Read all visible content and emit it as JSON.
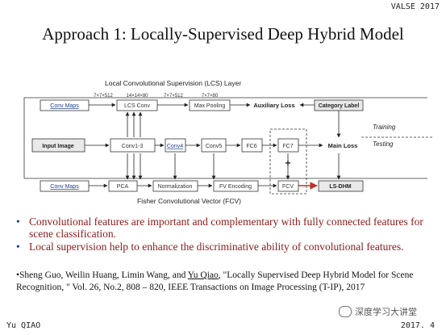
{
  "header": {
    "corner_label": "VALSE 2017",
    "title": "Approach 1: Locally-Supervised Deep Hybrid Model"
  },
  "diagram": {
    "top_label": "Local Convolutional Supervision (LCS) Layer",
    "bottom_label": "Fisher Convolutional Vector (FCV)",
    "side_training": "Training",
    "side_testing": "Testing",
    "nodes": {
      "conv_maps_top": "Conv Maps",
      "lcs_conv": "LCS Conv",
      "max_pooling": "Max Pooling",
      "auxiliary_loss": "Auxiliary Loss",
      "category_label": "Category Label",
      "input_image": "Input Image",
      "conv1_3": "Conv1-3",
      "conv4": "Conv4",
      "conv5": "Conv5",
      "fc6": "FC6",
      "fc7": "FC7",
      "main_loss": "Main Loss",
      "conv_maps_bottom": "Conv Maps",
      "pca": "PCA",
      "normalization": "Normalization",
      "fv_encoding": "FV Encoding",
      "fcv": "FCV",
      "ls_dhm": "LS-DHM"
    },
    "dim_labels": {
      "d1": "7×7×512",
      "d2": "14×14×80",
      "d3": "7×7×512",
      "d4": "7×7×80"
    },
    "plus_sign": "+"
  },
  "bullets": [
    "Convolutional features are important and complementary with fully connected features for scene classification.",
    "Local supervision help to  enhance the discriminative ability of convolutional features."
  ],
  "bullet_marker": "•",
  "citation": {
    "pre": "•Sheng Guo, Weilin Huang, Limin Wang, and ",
    "underlined": "Yu Qiao",
    "post": ", \"Locally Supervised Deep Hybrid Model for Scene Recognition, \" Vol. 26, No.2, 808 – 820, IEEE Transactions on Image Processing (T-IP), 2017"
  },
  "footer": {
    "left": "Yu QIAO",
    "right": "2017. 4",
    "watermark": "深度学习大讲堂"
  }
}
